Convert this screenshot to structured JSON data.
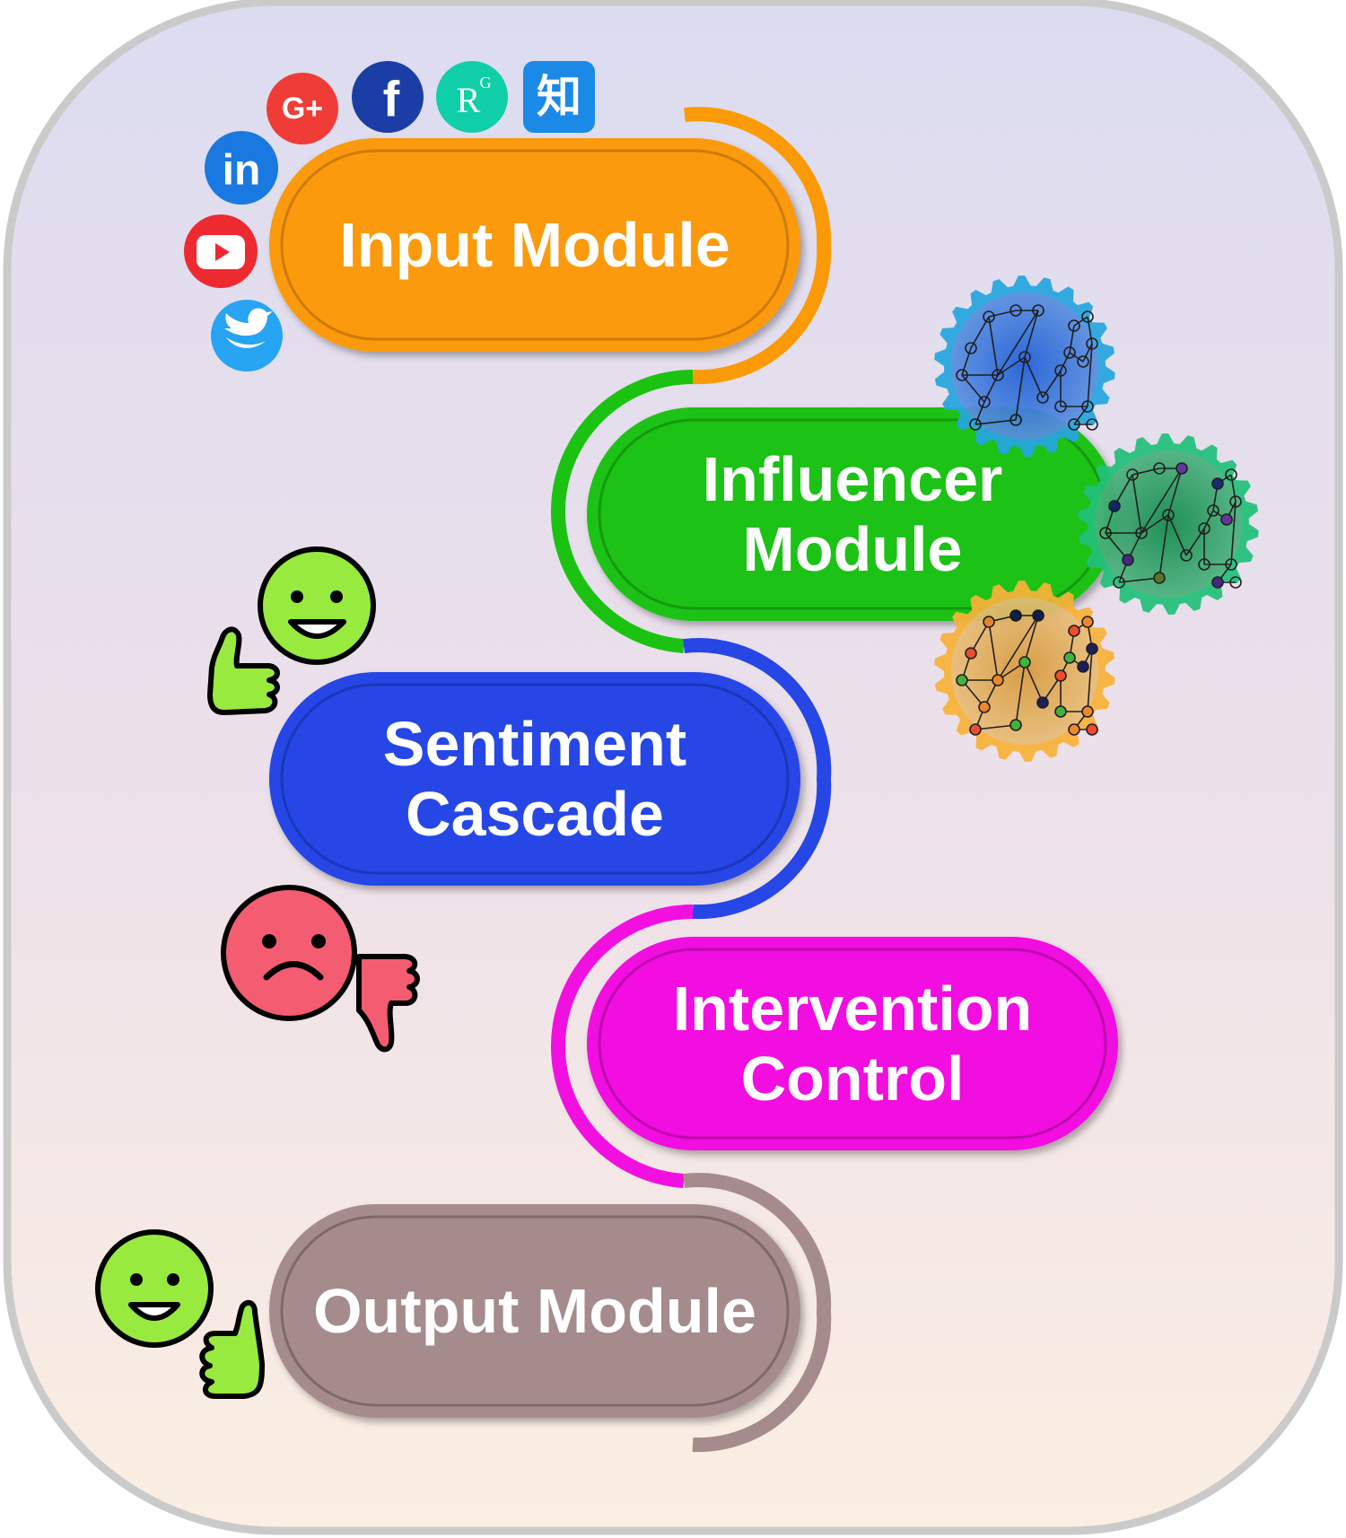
{
  "diagram": {
    "modules": [
      {
        "id": "input",
        "lines": [
          "Input Module"
        ],
        "color": "#fb9a07"
      },
      {
        "id": "influencer",
        "lines": [
          "Influencer",
          "Module"
        ],
        "color": "#1cc212"
      },
      {
        "id": "sentiment",
        "lines": [
          "Sentiment",
          "Cascade"
        ],
        "color": "#2647e6"
      },
      {
        "id": "intervention",
        "lines": [
          "Intervention",
          "Control"
        ],
        "color": "#f210e0"
      },
      {
        "id": "output",
        "lines": [
          "Output Module"
        ],
        "color": "#a58b8c"
      }
    ],
    "social_icons": [
      {
        "name": "google-plus",
        "glyph": "G+",
        "color": "#f03c36"
      },
      {
        "name": "facebook",
        "glyph": "f",
        "color": "#1b3da6"
      },
      {
        "name": "researchgate",
        "glyph": "R",
        "sup": "G",
        "color": "#10cfa8"
      },
      {
        "name": "zhihu",
        "glyph": "知",
        "color": "#1b8ae6"
      },
      {
        "name": "linkedin",
        "glyph": "in",
        "color": "#1979e0"
      },
      {
        "name": "youtube",
        "glyph": "▶",
        "color": "#ee2a31"
      },
      {
        "name": "twitter",
        "glyph": "🐦",
        "color": "#27a4f2"
      }
    ],
    "network_gears": [
      {
        "name": "blue-network-gear",
        "color": "#27a6e0",
        "fill": "#2c6fdc"
      },
      {
        "name": "green-network-gear",
        "color": "#22c07a",
        "fill": "#1f9a5e"
      },
      {
        "name": "orange-network-gear",
        "color": "#f8b23a",
        "fill": "#e0a650"
      }
    ],
    "sentiments": [
      {
        "name": "positive-sentiment",
        "mood": "happy",
        "color": "#98ea3f"
      },
      {
        "name": "negative-sentiment",
        "mood": "sad",
        "color": "#f45c72"
      },
      {
        "name": "positive-output-sentiment",
        "mood": "happy",
        "color": "#98ea3f"
      }
    ]
  }
}
